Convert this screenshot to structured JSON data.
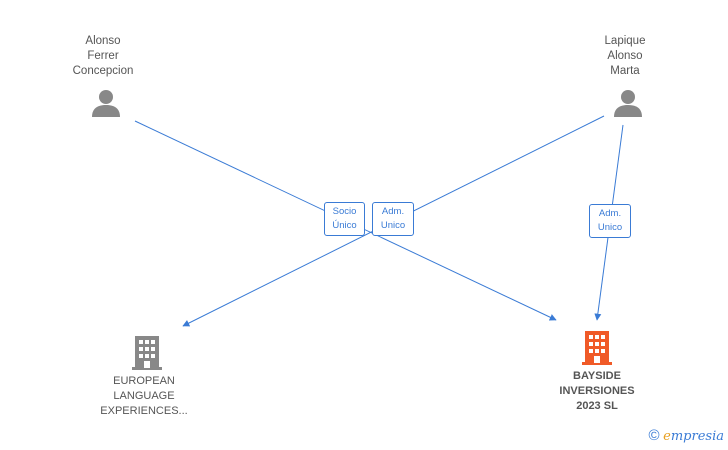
{
  "persons": [
    {
      "label_lines": [
        "Alonso",
        "Ferrer",
        "Concepcion"
      ]
    },
    {
      "label_lines": [
        "Lapique",
        "Alonso",
        "Marta"
      ]
    }
  ],
  "companies": [
    {
      "label_lines": [
        "EUROPEAN",
        "LANGUAGE",
        "EXPERIENCES..."
      ],
      "color": "#888888"
    },
    {
      "label_lines": [
        "BAYSIDE",
        "INVERSIONES",
        "2023  SL"
      ],
      "color": "#f05a28"
    }
  ],
  "edges": [
    {
      "label_lines": [
        "Socio",
        "Único"
      ]
    },
    {
      "label_lines": [
        "Adm.",
        "Unico"
      ]
    },
    {
      "label_lines": [
        "Adm.",
        "Unico"
      ]
    }
  ],
  "colors": {
    "edge": "#3a7bd5",
    "person_icon": "#888888"
  },
  "watermark": {
    "copyright": "©",
    "brand_first": "e",
    "brand_rest": "mpresia"
  }
}
